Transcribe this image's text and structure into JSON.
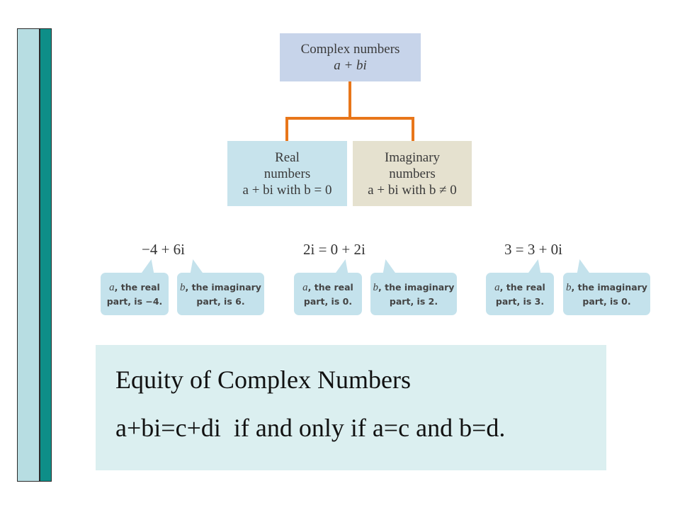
{
  "tree": {
    "root": {
      "title": "Complex numbers",
      "form": "a + bi"
    },
    "real": {
      "line1": "Real",
      "line2": "numbers",
      "condition": "a + bi with b = 0"
    },
    "imaginary": {
      "line1": "Imaginary",
      "line2": "numbers",
      "condition": "a + bi with b ≠ 0"
    }
  },
  "examples": [
    {
      "equation": "−4 + 6i",
      "real_callout": {
        "var": "a",
        "line1": ", the real",
        "line2": "part, is −4."
      },
      "imag_callout": {
        "var": "b",
        "line1": ", the imaginary",
        "line2": "part, is 6."
      }
    },
    {
      "equation": "2i = 0 + 2i",
      "real_callout": {
        "var": "a",
        "line1": ", the real",
        "line2": "part, is 0."
      },
      "imag_callout": {
        "var": "b",
        "line1": ", the imaginary",
        "line2": "part, is 2."
      }
    },
    {
      "equation": "3 = 3 + 0i",
      "real_callout": {
        "var": "a",
        "line1": ", the real",
        "line2": "part, is 3."
      },
      "imag_callout": {
        "var": "b",
        "line1": ", the imaginary",
        "line2": "part, is 0."
      }
    }
  ],
  "panel": {
    "heading": "Equity of Complex Numbers",
    "statement": "a+bi=c+di  if and only if a=c and b=d."
  },
  "colors": {
    "connector": "#e8761a",
    "teal_bar": "#0e8e88",
    "light_bar": "#b7dde2",
    "root_box": "#c7d4ea",
    "real_box": "#c7e3ec",
    "imag_box": "#e5e1cf",
    "callout": "#c4e2ec",
    "panel": "#dbeff0"
  }
}
